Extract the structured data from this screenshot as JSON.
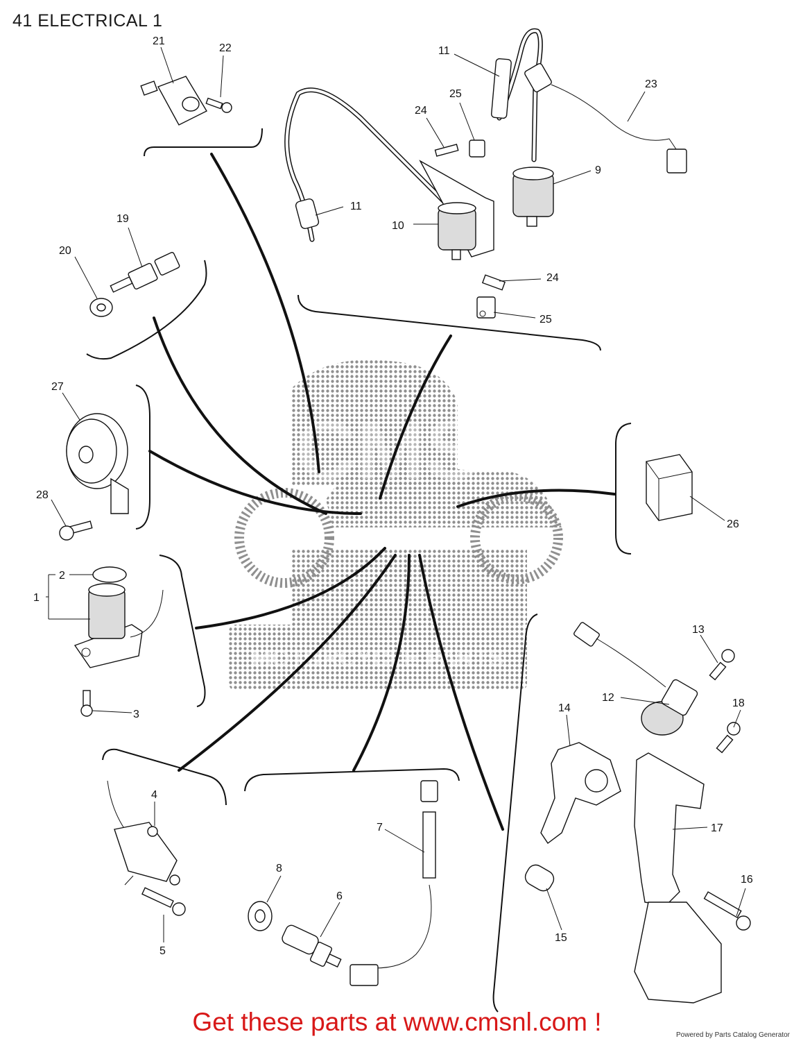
{
  "title": "41 ELECTRICAL 1",
  "footer": {
    "link_text": "Get these parts at www.cmsnl.com !",
    "credit": "Powered by Parts Catalog Generator"
  },
  "watermark": {
    "lines": [
      "CMS",
      "MOTORCYCLE PARTS"
    ],
    "color": "#8a8a8a"
  },
  "accent_color": "#d81818",
  "callouts": {
    "c1": "1",
    "c2": "2",
    "c3": "3",
    "c4": "4",
    "c5": "5",
    "c6": "6",
    "c7": "7",
    "c8": "8",
    "c9": "9",
    "c10": "10",
    "c11a": "11",
    "c11b": "11",
    "c12": "12",
    "c13": "13",
    "c14": "14",
    "c15": "15",
    "c16": "16",
    "c17": "17",
    "c18": "18",
    "c19": "19",
    "c20": "20",
    "c21": "21",
    "c22": "22",
    "c23": "23",
    "c24a": "24",
    "c24b": "24",
    "c25a": "25",
    "c25b": "25",
    "c26": "26",
    "c27": "27",
    "c28": "28"
  }
}
